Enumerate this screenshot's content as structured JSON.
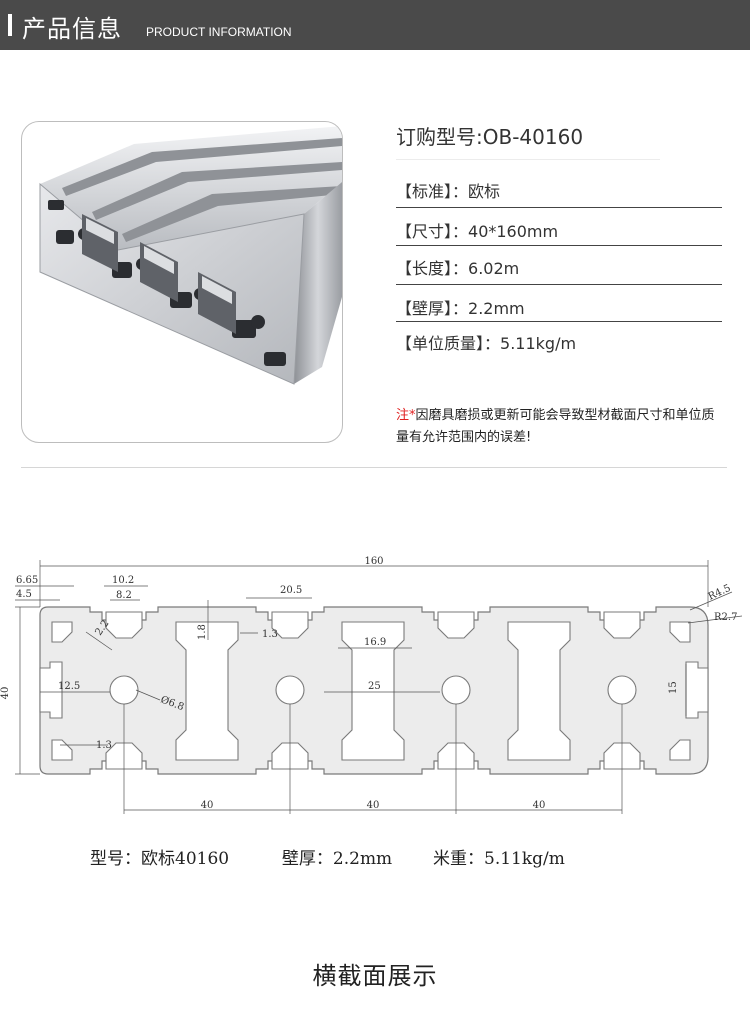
{
  "header": {
    "title": "产品信息",
    "subtitle": "PRODUCT INFORMATION"
  },
  "product": {
    "model_label": "订购型号:OB-40160",
    "specs": [
      {
        "label": "【标准】：",
        "value": "欧标"
      },
      {
        "label": "【尺寸】：",
        "value": "40*160mm"
      },
      {
        "label": "【长度】：",
        "value": "6.02m"
      },
      {
        "label": "【壁厚】：",
        "value": "2.2mm"
      },
      {
        "label": "【单位质量】：",
        "value": "5.11kg/m"
      }
    ],
    "note_star": "注*",
    "note_text": "因磨具磨损或更新可能会导致型材截面尺寸和单位质量有允许范围内的误差!"
  },
  "drawing": {
    "dims": {
      "overall_width": "160",
      "overall_height": "40",
      "d_6_65": "6.65",
      "d_4_5": "4.5",
      "d_10_2": "10.2",
      "d_8_2": "8.2",
      "d_2_2": "2.2",
      "d_20_5": "20.5",
      "d_1_8": "1.8",
      "d_1_3_top": "1.3",
      "d_16_9": "16.9",
      "d_12_5": "12.5",
      "d_phi": "Ø6.8",
      "d_25": "25",
      "d_15": "15",
      "d_1_3_bottom": "1.3",
      "d_r4_5": "R4.5",
      "d_r2_7": "R2.7",
      "pitch_1": "40",
      "pitch_2": "40",
      "pitch_3": "40"
    },
    "caption": {
      "model": "型号：欧标40160",
      "wall": "壁厚：2.2mm",
      "weight": "米重：5.11kg/m"
    }
  },
  "footer": {
    "section_title": "横截面展示"
  },
  "colors": {
    "header_bg": "#4a4a4a",
    "accent_red": "#e02020",
    "profile_fill": "#e9e9e9",
    "profile_stroke": "#7a7a7a"
  }
}
